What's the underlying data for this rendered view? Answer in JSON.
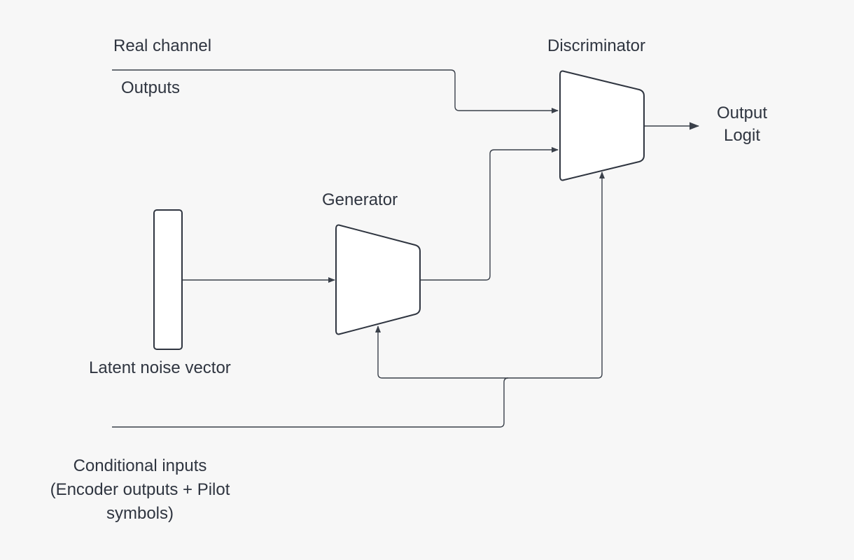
{
  "labels": {
    "real_channel": "Real channel",
    "outputs": "Outputs",
    "discriminator": "Discriminator",
    "output_logit_line1": "Output",
    "output_logit_line2": "Logit",
    "generator": "Generator",
    "latent_noise_vector": "Latent noise vector",
    "conditional_line1": "Conditional inputs",
    "conditional_line2": "(Encoder outputs + Pilot",
    "conditional_line3": "symbols)"
  },
  "colors": {
    "background": "#f7f7f7",
    "stroke": "#2f3540",
    "fill": "#ffffff",
    "text": "#2f3540"
  }
}
